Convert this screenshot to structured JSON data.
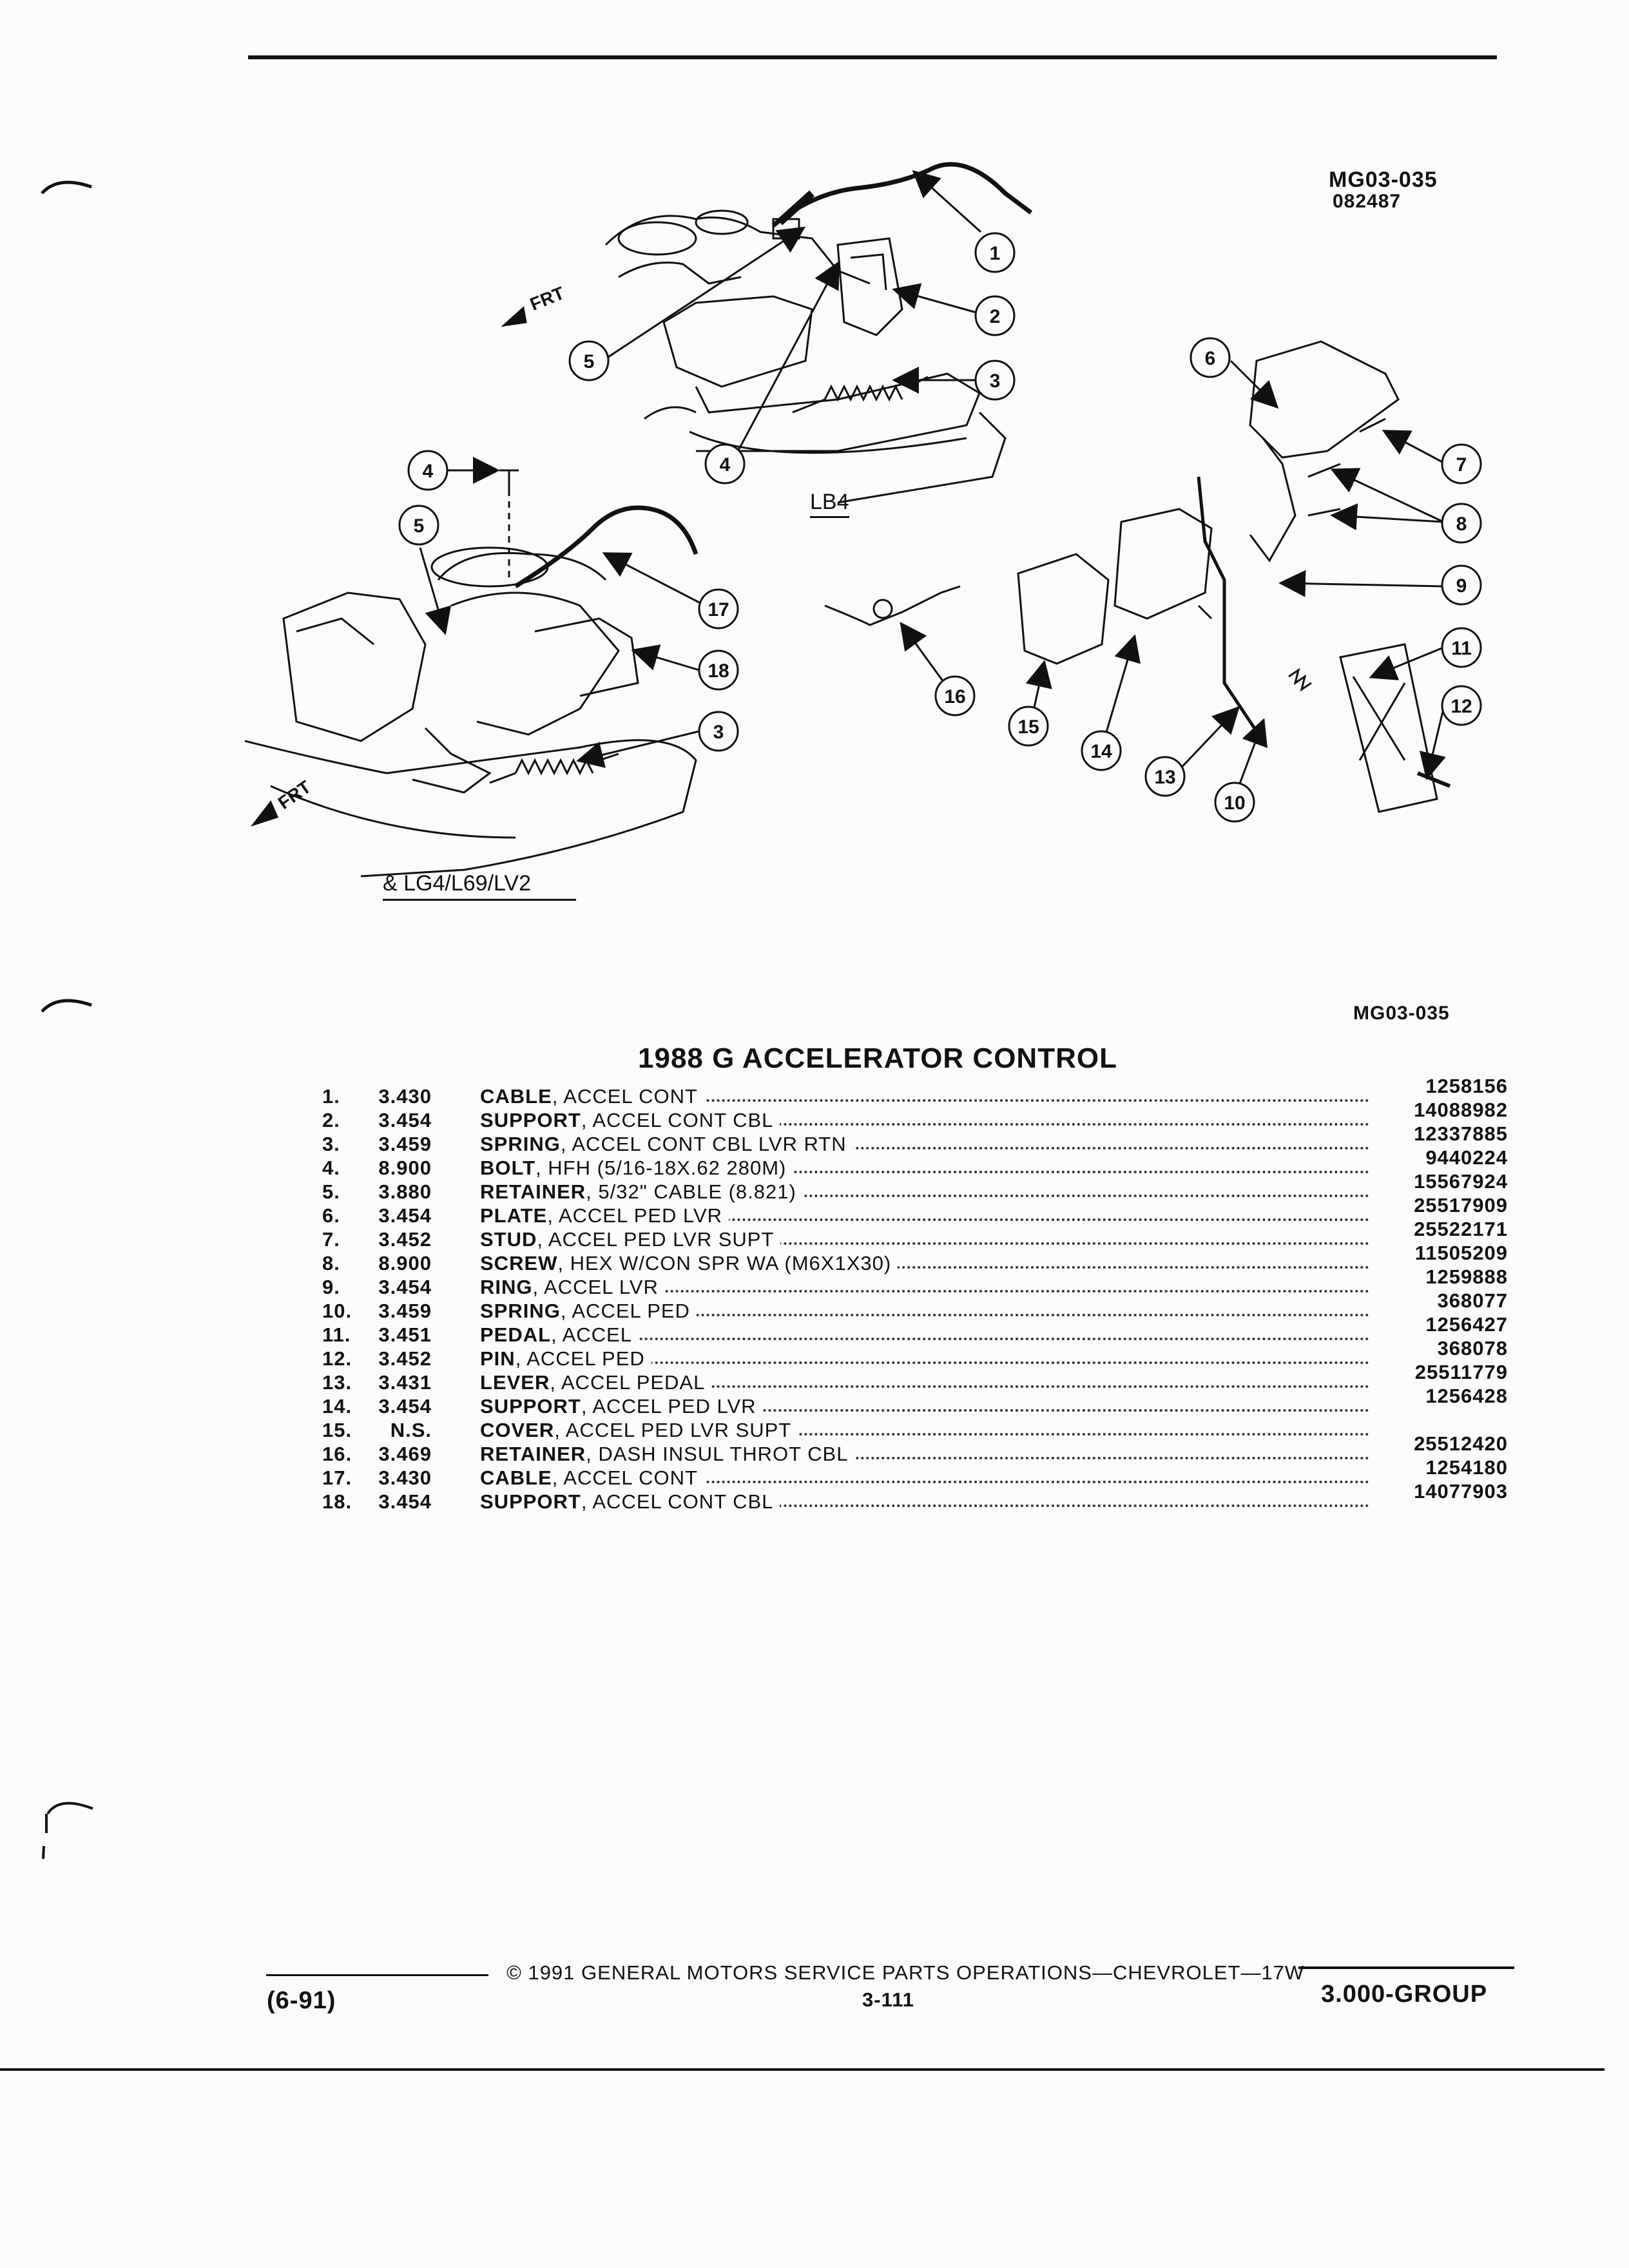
{
  "header": {
    "diagram_code": "MG03-035",
    "date_code": "082487"
  },
  "diagram": {
    "engine_label_top": "LB4",
    "engine_label_bottom": "& LG4/L69/LV2",
    "front_marker": "FRT",
    "secondary_code": "MG03-035",
    "callouts_top": [
      "1",
      "2",
      "3",
      "4",
      "5"
    ],
    "callouts_bottom": [
      "3",
      "4",
      "5",
      "17",
      "18"
    ],
    "callouts_pedal": [
      "6",
      "7",
      "8",
      "9",
      "10",
      "11",
      "12",
      "13",
      "14",
      "15",
      "16"
    ]
  },
  "parts_list": {
    "title": "1988 G ACCELERATOR CONTROL",
    "items": [
      {
        "num": "1.",
        "code": "3.430",
        "name": "CABLE",
        "desc": ", ACCEL CONT",
        "part": "1258156"
      },
      {
        "num": "2.",
        "code": "3.454",
        "name": "SUPPORT",
        "desc": ", ACCEL CONT CBL",
        "part": "14088982"
      },
      {
        "num": "3.",
        "code": "3.459",
        "name": "SPRING",
        "desc": ", ACCEL CONT CBL LVR RTN",
        "part": "12337885"
      },
      {
        "num": "4.",
        "code": "8.900",
        "name": "BOLT",
        "desc": ", HFH (5/16-18X.62 280M)",
        "part": "9440224"
      },
      {
        "num": "5.",
        "code": "3.880",
        "name": "RETAINER",
        "desc": ", 5/32\" CABLE (8.821)",
        "part": "15567924"
      },
      {
        "num": "6.",
        "code": "3.454",
        "name": "PLATE",
        "desc": ", ACCEL PED LVR",
        "part": "25517909"
      },
      {
        "num": "7.",
        "code": "3.452",
        "name": "STUD",
        "desc": ", ACCEL PED LVR SUPT",
        "part": "25522171"
      },
      {
        "num": "8.",
        "code": "8.900",
        "name": "SCREW",
        "desc": ", HEX W/CON SPR WA (M6X1X30)",
        "part": "11505209"
      },
      {
        "num": "9.",
        "code": "3.454",
        "name": "RING",
        "desc": ", ACCEL LVR",
        "part": "1259888"
      },
      {
        "num": "10.",
        "code": "3.459",
        "name": "SPRING",
        "desc": ", ACCEL PED",
        "part": "368077"
      },
      {
        "num": "11.",
        "code": "3.451",
        "name": "PEDAL",
        "desc": ", ACCEL",
        "part": "1256427"
      },
      {
        "num": "12.",
        "code": "3.452",
        "name": "PIN",
        "desc": ", ACCEL PED",
        "part": "368078"
      },
      {
        "num": "13.",
        "code": "3.431",
        "name": "LEVER",
        "desc": ", ACCEL PEDAL",
        "part": "25511779"
      },
      {
        "num": "14.",
        "code": "3.454",
        "name": "SUPPORT",
        "desc": ", ACCEL PED LVR",
        "part": "1256428"
      },
      {
        "num": "15.",
        "code": "N.S.",
        "name": "COVER",
        "desc": ", ACCEL PED LVR SUPT",
        "part": ""
      },
      {
        "num": "16.",
        "code": "3.469",
        "name": "RETAINER",
        "desc": ", DASH INSUL THROT CBL",
        "part": "25512420"
      },
      {
        "num": "17.",
        "code": "3.430",
        "name": "CABLE",
        "desc": ", ACCEL CONT",
        "part": "1254180"
      },
      {
        "num": "18.",
        "code": "3.454",
        "name": "SUPPORT",
        "desc": ", ACCEL CONT CBL",
        "part": "14077903"
      }
    ]
  },
  "footer": {
    "copyright": "© 1991 GENERAL MOTORS SERVICE PARTS OPERATIONS—CHEVROLET—17W",
    "revision": "(6-91)",
    "page_number": "3-111",
    "group": "3.000-GROUP"
  }
}
